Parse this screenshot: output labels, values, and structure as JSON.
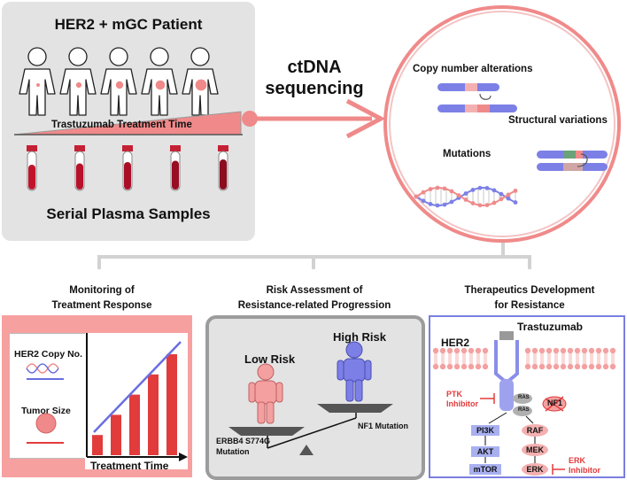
{
  "patient_panel": {
    "title": "HER2 + mGC Patient",
    "treatment_label": "Trastuzumab Treatment Time",
    "samples_label": "Serial Plasma Samples",
    "patient_count": 5,
    "tube_count": 5
  },
  "process": {
    "label_line1": "ctDNA",
    "label_line2": "sequencing"
  },
  "alterations": {
    "copy_number": "Copy number alterations",
    "structural": "Structural variations",
    "mutations": "Mutations"
  },
  "sections": {
    "monitoring": {
      "title_line1": "Monitoring of",
      "title_line2": "Treatment Response",
      "her2_label": "HER2 Copy No.",
      "tumor_label": "Tumor Size",
      "x_axis_label": "Treatment Time",
      "bar_values": [
        1,
        2,
        3,
        4,
        5
      ],
      "trend": "increasing"
    },
    "risk": {
      "title_line1": "Risk Assessment of",
      "title_line2": "Resistance-related Progression",
      "low_label": "Low Risk",
      "high_label": "High Risk",
      "low_mutation_line1": "ERBB4 S774G",
      "low_mutation_line2": "Mutation",
      "high_mutation": "NF1 Mutation"
    },
    "therapeutics": {
      "title_line1": "Therapeutics Development",
      "title_line2": "for Resistance",
      "her2": "HER2",
      "trastuzumab": "Trastuzumab",
      "ptk_line1": "PTK",
      "ptk_line2": "Inhibitor",
      "nf1": "NF1",
      "ras": "RAS",
      "pi3k": "PI3K",
      "akt": "AKT",
      "mtor": "mTOR",
      "raf": "RAF",
      "mek": "MEK",
      "erk": "ERK",
      "erk_inhib_line1": "ERK",
      "erk_inhib_line2": "Inhibitor"
    }
  },
  "colors": {
    "pink": "#f08a8a",
    "red": "#e23b3b",
    "blue": "#6a6ee0",
    "gray_panel": "#e3e3e3",
    "pink_panel": "#f7a0a0",
    "dark_red": "#8b0d1e"
  }
}
